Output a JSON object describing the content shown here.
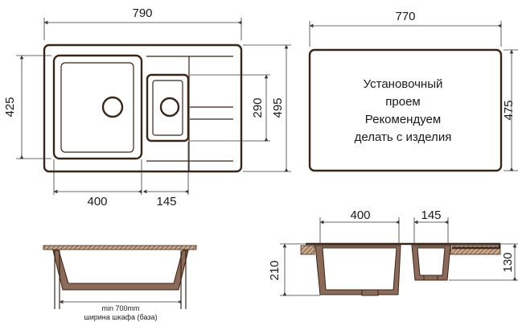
{
  "top_view": {
    "width_label": "790",
    "height_label": "495",
    "main_bowl_height_label": "425",
    "small_bowl_height_label": "290",
    "main_bowl_width_label": "400",
    "small_bowl_width_label": "145"
  },
  "cutout_view": {
    "width_label": "770",
    "height_label": "475",
    "note_lines": [
      "Установочный",
      "проем",
      "Рекомендуем",
      "делать с изделия"
    ]
  },
  "cabinet_view": {
    "min_label": "min 700mm",
    "base_label": "ширина шкафа (база)"
  },
  "side_view": {
    "main_bowl_width_label": "400",
    "small_bowl_width_label": "145",
    "main_depth_label": "210",
    "small_depth_label": "130"
  },
  "colors": {
    "line": "#3b2418",
    "fill": "#8b6a57",
    "dimension": "#3a3a3a"
  }
}
